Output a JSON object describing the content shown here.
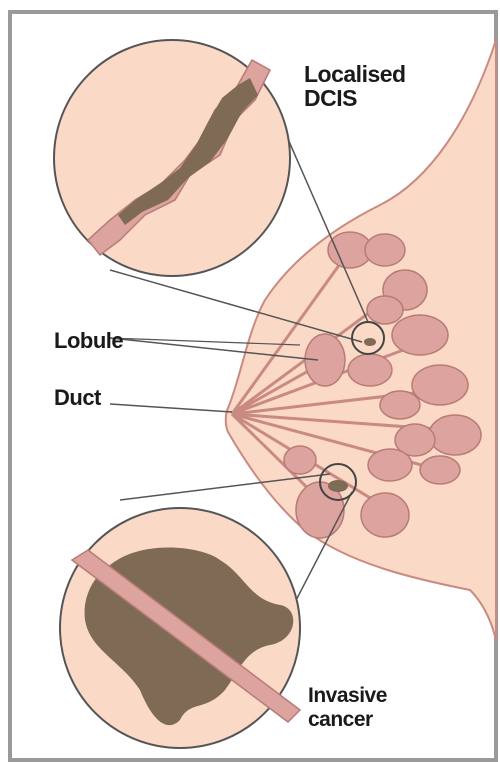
{
  "labels": {
    "dcis_line1": "Localised",
    "dcis_line2": "DCIS",
    "lobule": "Lobule",
    "duct": "Duct",
    "invasive_line1": "Invasive",
    "invasive_line2": "cancer"
  },
  "colors": {
    "skin": "#fbd9c7",
    "tissue_outline": "#c98a82",
    "lobule_fill": "#dda39f",
    "tumour": "#7e6a55",
    "frame": "#9a9a9a"
  }
}
